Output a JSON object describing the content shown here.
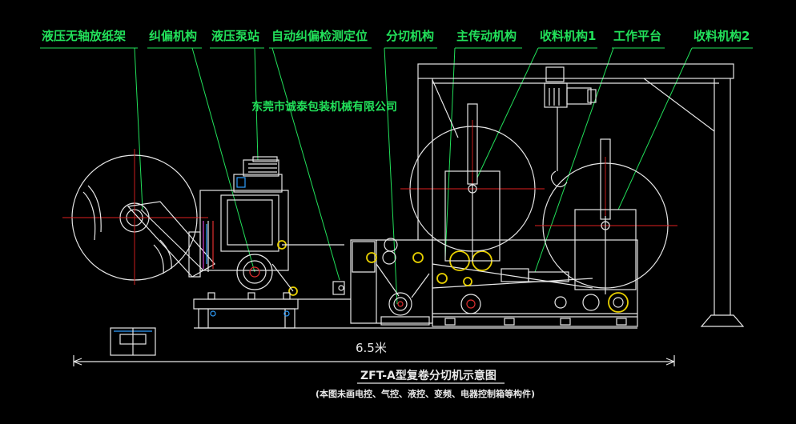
{
  "labels": {
    "unwind_stand": "液压无轴放纸架",
    "web_guide": "纠偏机构",
    "hydraulic_station": "液压泵站",
    "edge_sensor": "自动纠偏检测定位",
    "slitting": "分切机构",
    "main_drive": "主传动机构",
    "rewind_1": "收料机构1",
    "work_platform": "工作平台",
    "rewind_2": "收料机构2"
  },
  "company": "东莞市诚泰包装机械有限公司",
  "dimension": "6.5米",
  "title": "ZFT-A型复卷分切机示意图",
  "note": "(本图未画电控、气控、液控、变频、电器控制箱等构件)",
  "colors": {
    "background": "#000000",
    "linework": "#e6e6e6",
    "leader": "#22e05a",
    "centerline": "#e02020",
    "roller": "#e8d000"
  }
}
